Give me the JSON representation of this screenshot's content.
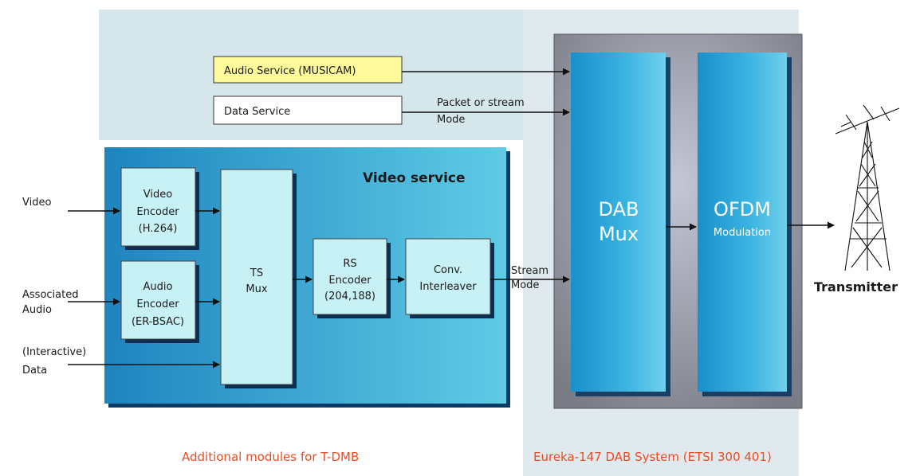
{
  "services": {
    "audio": "Audio Service (MUSICAM)",
    "data": "Data Service",
    "packet_mode": [
      "Packet or stream",
      "Mode"
    ]
  },
  "inputs": {
    "video": "Video",
    "associated_audio": [
      "Associated",
      "Audio"
    ],
    "interactive_data": [
      "(Interactive)",
      "Data"
    ]
  },
  "video_service": {
    "title": "Video service",
    "video_encoder": [
      "Video",
      "Encoder",
      "(H.264)"
    ],
    "audio_encoder": [
      "Audio",
      "Encoder",
      "(ER-BSAC)"
    ],
    "ts_mux": [
      "TS",
      "Mux"
    ],
    "rs_encoder": [
      "RS",
      "Encoder",
      "(204,188)"
    ],
    "conv_interleaver": [
      "Conv.",
      "Interleaver"
    ],
    "stream_mode": [
      "Stream",
      "Mode"
    ]
  },
  "dab": {
    "mux": [
      "DAB",
      "Mux"
    ],
    "ofdm": "OFDM",
    "modulation": "Modulation",
    "transmitter": "Transmitter"
  },
  "captions": {
    "tdmb": "Additional modules for T-DMB",
    "eureka": "Eureka-147 DAB System (ETSI 300 401)"
  },
  "colors": {
    "top_band": "#d6e7ec",
    "eureka_panel": "#dfe9ee",
    "video_panel": "#3aa6cc",
    "dab_frame": "#8a8a92",
    "column": "#2aa3d6",
    "block": "#c8f1f6",
    "audio_box": "#fffb9c",
    "caption_red": "#f04a1f"
  }
}
